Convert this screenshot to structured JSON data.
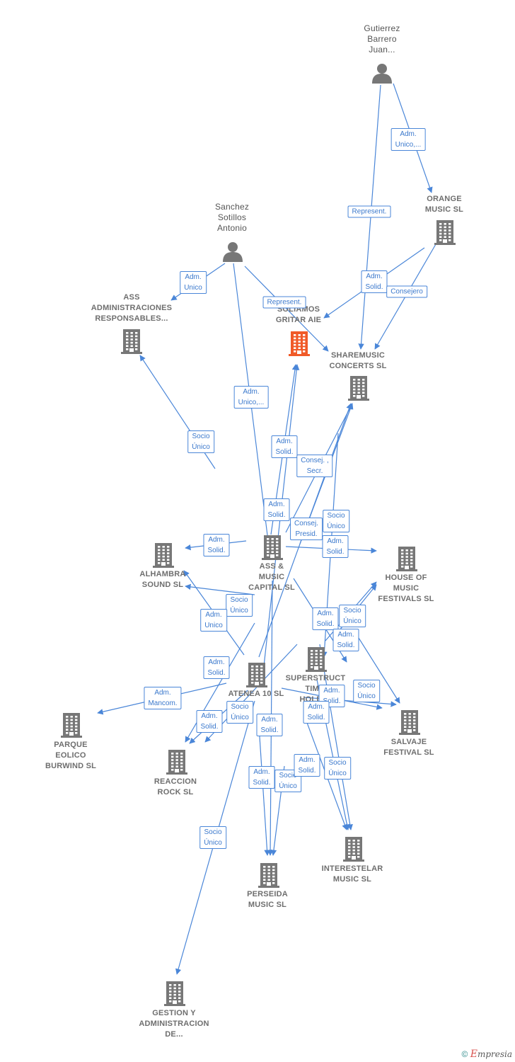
{
  "nodes": [
    {
      "id": "gutierrez",
      "type": "person",
      "label": "Gutierrez\nBarrero\nJuan..."
    },
    {
      "id": "sanchez",
      "type": "person",
      "label": "Sanchez\nSotillos\nAntonio"
    },
    {
      "id": "orange",
      "type": "company",
      "label": "ORANGE\nMUSIC SL"
    },
    {
      "id": "ass_admin",
      "type": "company",
      "label": "ASS\nADMINISTRACIONES\nRESPONSABLES..."
    },
    {
      "id": "soliamos",
      "type": "company",
      "highlight": true,
      "label": "...\nSOLIAMOS\nGRITAR AIE"
    },
    {
      "id": "sharemusic",
      "type": "company",
      "label": "SHAREMUSIC\nCONCERTS SL"
    },
    {
      "id": "ass_music",
      "type": "company",
      "label": "ASS &\nMUSIC\nCAPITAL SL"
    },
    {
      "id": "alhambra",
      "type": "company",
      "label": "ALHAMBRA\nSOUND SL"
    },
    {
      "id": "house",
      "type": "company",
      "label": "HOUSE OF\nMUSIC\nFESTIVALS SL"
    },
    {
      "id": "atenea",
      "type": "company",
      "label": "ATENEA 10 SL"
    },
    {
      "id": "superstruct",
      "type": "company",
      "label": "SUPERSTRUCT\nTIM...\nHOLDI..."
    },
    {
      "id": "parque",
      "type": "company",
      "label": "PARQUE\nEOLICO\nBURWIND SL"
    },
    {
      "id": "reaccion",
      "type": "company",
      "label": "REACCION\nROCK SL"
    },
    {
      "id": "salvaje",
      "type": "company",
      "label": "SALVAJE\nFESTIVAL SL"
    },
    {
      "id": "perseida",
      "type": "company",
      "label": "PERSEIDA\nMUSIC SL"
    },
    {
      "id": "interestelar",
      "type": "company",
      "label": "INTERESTELAR\nMUSIC SL"
    },
    {
      "id": "gestion",
      "type": "company",
      "label": "GESTION Y\nADMINISTRACION\nDE..."
    }
  ],
  "edge_labels": [
    {
      "id": "e1",
      "text": "Adm.\nUnico,..."
    },
    {
      "id": "e2",
      "text": "Represent."
    },
    {
      "id": "e3",
      "text": "Adm.\nUnico"
    },
    {
      "id": "e4",
      "text": "Represent."
    },
    {
      "id": "e5",
      "text": "Adm.\nSolid."
    },
    {
      "id": "e6",
      "text": "Consejero"
    },
    {
      "id": "e7",
      "text": "Adm.\nUnico,..."
    },
    {
      "id": "e8",
      "text": "Socio\nÚnico"
    },
    {
      "id": "e9",
      "text": "Adm.\nSolid."
    },
    {
      "id": "e10",
      "text": "Consej. ,\nSecr."
    },
    {
      "id": "e11",
      "text": "Adm.\nSolid."
    },
    {
      "id": "e12",
      "text": "Consej.\nPresid."
    },
    {
      "id": "e13",
      "text": "Socio\nÚnico"
    },
    {
      "id": "e14",
      "text": "Adm.\nSolid."
    },
    {
      "id": "e15",
      "text": "Adm.\nSolid."
    },
    {
      "id": "e16",
      "text": "Socio\nÚnico"
    },
    {
      "id": "e17",
      "text": "Adm.\nUnico"
    },
    {
      "id": "e18",
      "text": "Adm.\nSolid."
    },
    {
      "id": "e19",
      "text": "Socio\nÚnico"
    },
    {
      "id": "e20",
      "text": "Adm.\nSolid."
    },
    {
      "id": "e21",
      "text": "Adm.\nSolid."
    },
    {
      "id": "e22",
      "text": "Adm.\nMancom."
    },
    {
      "id": "e23",
      "text": "Adm.\nSolid."
    },
    {
      "id": "e24",
      "text": "Socio\nÚnico"
    },
    {
      "id": "e25",
      "text": "Adm.\nSolid."
    },
    {
      "id": "e26",
      "text": "Adm.\nSolid."
    },
    {
      "id": "e27",
      "text": "Adm.\nSolid."
    },
    {
      "id": "e28",
      "text": "Socio\nÚnico"
    },
    {
      "id": "e29",
      "text": "Adm.\nSolid."
    },
    {
      "id": "e30",
      "text": "Adm.\nSolid."
    },
    {
      "id": "e31",
      "text": "Socio\nÚnico"
    },
    {
      "id": "e32",
      "text": "Adm.\nSolid."
    },
    {
      "id": "e33",
      "text": "Socio\nÚnico"
    },
    {
      "id": "e34",
      "text": "Socio\nÚnico"
    }
  ],
  "colors": {
    "edge": "#4a86d8",
    "icon": "#777777",
    "highlight": "#f05a28",
    "label": "#6e6e6e"
  },
  "footer": {
    "copyright": "©",
    "brand_initial": "E",
    "brand_rest": "mpresia"
  }
}
